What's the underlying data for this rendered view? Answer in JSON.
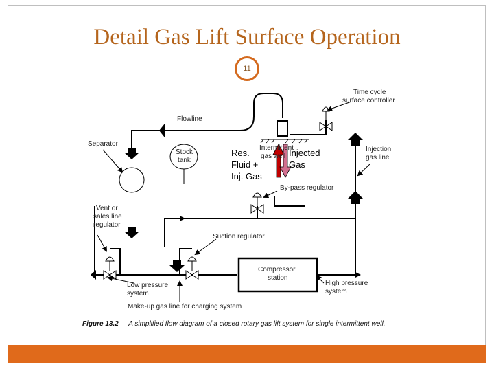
{
  "slide": {
    "title": "Detail Gas Lift Surface Operation",
    "number": "11"
  },
  "diagram": {
    "labels": {
      "time_cycle_1": "Time cycle",
      "time_cycle_2": "surface controller",
      "flowline": "Flowline",
      "separator": "Separator",
      "stock_tank_1": "Stock",
      "stock_tank_2": "tank",
      "intermittent_1": "Intermittent",
      "intermittent_2": "gas well",
      "injection_line_1": "Injection",
      "injection_line_2": "gas line",
      "bypass_regulator": "By-pass regulator",
      "vent_1": "Vent or",
      "vent_2": "sales line",
      "vent_3": "regulator",
      "suction_regulator": "Suction regulator",
      "compressor_1": "Compressor",
      "compressor_2": "station",
      "low_pressure_1": "Low pressure",
      "low_pressure_2": "system",
      "high_pressure_1": "High pressure",
      "high_pressure_2": "system",
      "makeup": "Make-up gas line for charging system"
    },
    "annotations": {
      "res_1": "Res.",
      "res_2": "Fluid +",
      "res_3": "Inj. Gas",
      "injected_1": "Injected",
      "injected_2": "Gas"
    },
    "caption": {
      "figure": "Figure 13.2",
      "text": "A simplified flow diagram of a closed rotary gas lift system for single intermittent well."
    },
    "colors": {
      "accent": "#e06a1b",
      "title": "#b5651d",
      "up_arrow": "#c00000"
    }
  }
}
